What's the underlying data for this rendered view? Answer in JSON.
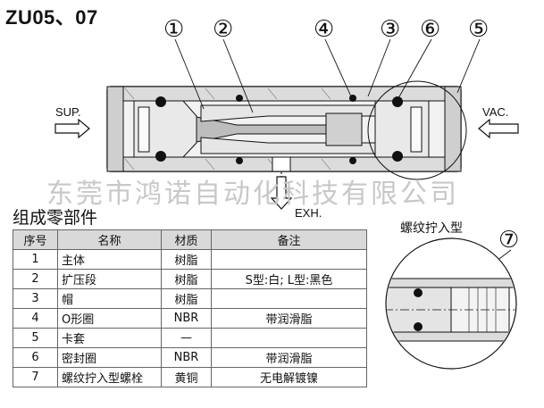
{
  "model_title": "ZU05、07",
  "watermark": "东莞市鸿诺自动化科技有限公司",
  "section_title": "组成零部件",
  "labels": {
    "sup": "SUP.",
    "vac": "VAC.",
    "exh": "EXH."
  },
  "callouts": [
    "①",
    "②",
    "④",
    "③",
    "⑥",
    "⑤",
    "⑦"
  ],
  "thread_title": "螺纹拧入型",
  "table": {
    "headers": [
      "序号",
      "名称",
      "材质",
      "备注"
    ],
    "rows": [
      [
        "1",
        "主体",
        "树脂",
        ""
      ],
      [
        "2",
        "扩压段",
        "树脂",
        "S型:白; L型:黑色"
      ],
      [
        "3",
        "帽",
        "树脂",
        ""
      ],
      [
        "4",
        "O形圈",
        "NBR",
        "带润滑脂"
      ],
      [
        "5",
        "卡套",
        "—",
        ""
      ],
      [
        "6",
        "密封圈",
        "NBR",
        "带润滑脂"
      ],
      [
        "7",
        "螺纹拧入型螺栓",
        "黄铜",
        "无电解镀镍"
      ]
    ]
  }
}
